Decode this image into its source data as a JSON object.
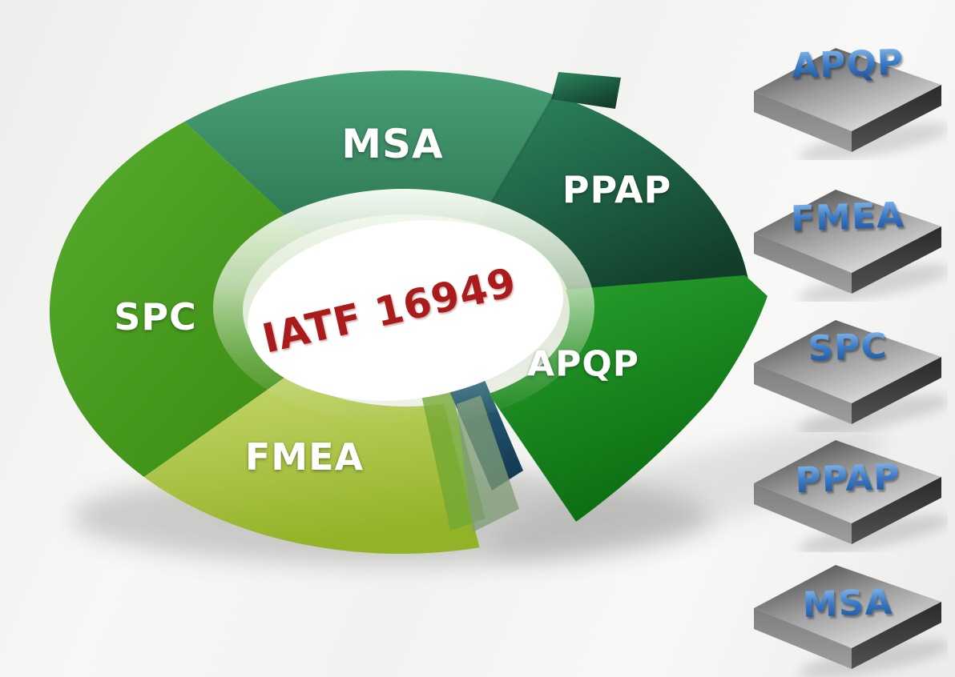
{
  "background": {
    "color": "#f4f4f2"
  },
  "wheel": {
    "center_label": "IATF 16949",
    "center_text_color": "#aa1c1c",
    "hole_color": "#ffffff",
    "segments": [
      {
        "id": "msa",
        "label": "MSA",
        "start": 64,
        "end": 128,
        "color_from": "#4aa077",
        "color_to": "#2c7751"
      },
      {
        "id": "ppap",
        "label": "PPAP",
        "start": 8,
        "end": 64,
        "color_from": "#2d8760",
        "color_to": "#123f2c"
      },
      {
        "id": "spc",
        "label": "SPC",
        "start": 128,
        "end": 223,
        "color_from": "#57ad2f",
        "color_to": "#3c8c13"
      },
      {
        "id": "fmea",
        "label": "FMEA",
        "start": 223,
        "end": 283,
        "color_from": "#c6d76b",
        "color_to": "#92b227"
      },
      {
        "id": "apqp",
        "label": "APQP",
        "start": -60,
        "end": 8,
        "color_from": "#2ba32f",
        "color_to": "#0b6c11"
      }
    ]
  },
  "tiles": [
    {
      "label": "APQP"
    },
    {
      "label": "FMEA"
    },
    {
      "label": "SPC"
    },
    {
      "label": "PPAP"
    },
    {
      "label": "MSA"
    }
  ],
  "tile_style": {
    "text_color_top": "#8fc1f2",
    "text_color_mid": "#3a7ac6",
    "text_color_bottom": "#174a92",
    "slab_dark": "#3e3e3e",
    "slab_light": "#e6e6e6"
  }
}
